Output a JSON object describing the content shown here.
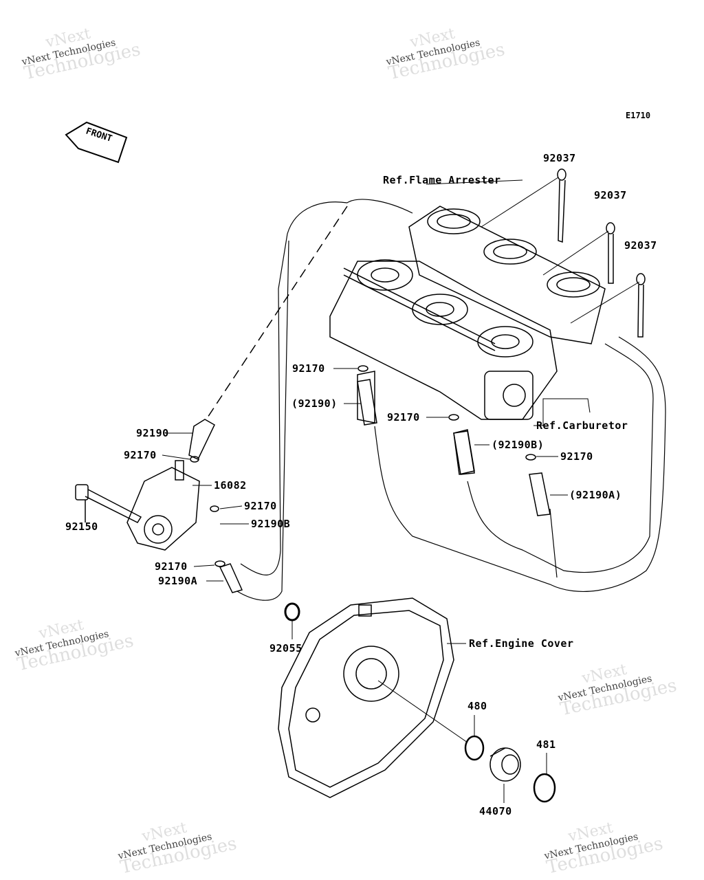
{
  "diagram_code": "E1710",
  "front_label": "FRONT",
  "watermark": {
    "line1": "vNext",
    "line2": "vNext Technologies",
    "line3": "Technologies"
  },
  "labels": {
    "flame_arrester": "Ref.Flame Arrester",
    "carburetor": "Ref.Carburetor",
    "engine_cover": "Ref.Engine Cover",
    "p92037_a": "92037",
    "p92037_b": "92037",
    "p92037_c": "92037",
    "p92170_a": "92170",
    "p92170_b": "92170",
    "p92170_c": "92170",
    "p92170_d": "92170",
    "p92170_e": "92170",
    "p92170_f": "92170",
    "p92190_ref": "(92190)",
    "p92190b_ref": "(92190B)",
    "p92190a_ref": "(92190A)",
    "p92190": "92190",
    "p16082": "16082",
    "p92150": "92150",
    "p92190b": "92190B",
    "p92190a": "92190A",
    "p92055": "92055",
    "p480": "480",
    "p481": "481",
    "p44070": "44070"
  }
}
